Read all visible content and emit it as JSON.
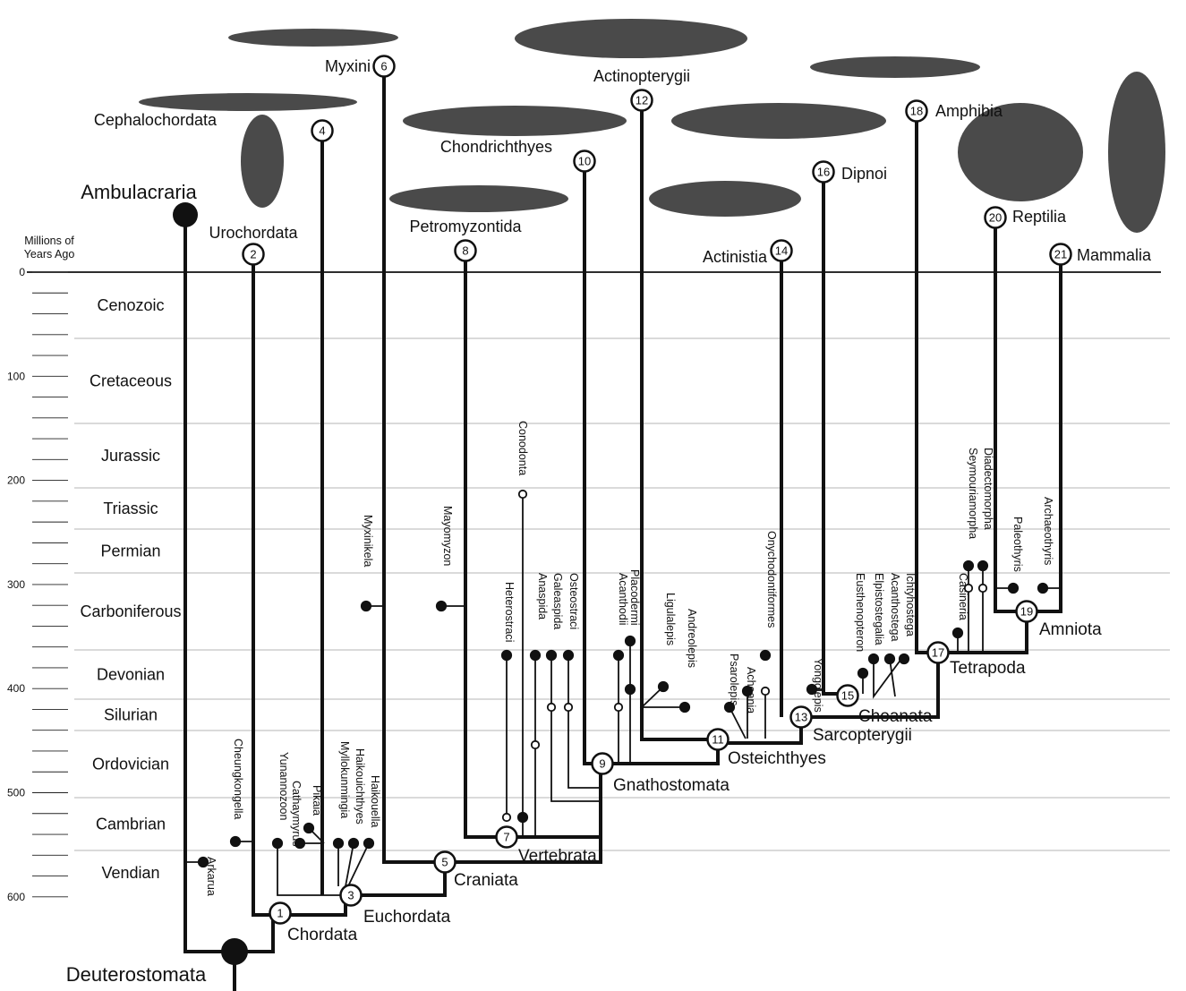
{
  "axis": {
    "title_line1": "Millions of",
    "title_line2": "Years Ago",
    "ticks": [
      {
        "label": "0",
        "value": 0
      },
      {
        "label": "100",
        "value": 100
      },
      {
        "label": "200",
        "value": 200
      },
      {
        "label": "300",
        "value": 300
      },
      {
        "label": "400",
        "value": 400
      },
      {
        "label": "500",
        "value": 500
      },
      {
        "label": "600",
        "value": 600
      }
    ]
  },
  "periods": [
    {
      "name": "Cenozoic"
    },
    {
      "name": "Cretaceous"
    },
    {
      "name": "Jurassic"
    },
    {
      "name": "Triassic"
    },
    {
      "name": "Permian"
    },
    {
      "name": "Carboniferous"
    },
    {
      "name": "Devonian"
    },
    {
      "name": "Silurian"
    },
    {
      "name": "Ordovician"
    },
    {
      "name": "Cambrian"
    },
    {
      "name": "Vendian"
    }
  ],
  "root_clades": {
    "ambulacraria": "Ambulacraria",
    "deuterostomata": "Deuterostomata"
  },
  "terminal_taxa": [
    {
      "num": "2",
      "name": "Urochordata"
    },
    {
      "num": "4",
      "name": "Cephalochordata"
    },
    {
      "num": "6",
      "name": "Myxini"
    },
    {
      "num": "8",
      "name": "Petromyzontida"
    },
    {
      "num": "10",
      "name": "Chondrichthyes"
    },
    {
      "num": "12",
      "name": "Actinopterygii"
    },
    {
      "num": "14",
      "name": "Actinistia"
    },
    {
      "num": "16",
      "name": "Dipnoi"
    },
    {
      "num": "18",
      "name": "Amphibia"
    },
    {
      "num": "20",
      "name": "Reptilia"
    },
    {
      "num": "21",
      "name": "Mammalia"
    }
  ],
  "internal_nodes": [
    {
      "num": "1",
      "name": "Chordata"
    },
    {
      "num": "3",
      "name": "Euchordata"
    },
    {
      "num": "5",
      "name": "Craniata"
    },
    {
      "num": "7",
      "name": "Vertebrata"
    },
    {
      "num": "9",
      "name": "Gnathostomata"
    },
    {
      "num": "11",
      "name": "Osteichthyes"
    },
    {
      "num": "13",
      "name": "Sarcopterygii"
    },
    {
      "num": "15",
      "name": "Choanata"
    },
    {
      "num": "17",
      "name": "Tetrapoda"
    },
    {
      "num": "19",
      "name": "Amniota"
    }
  ],
  "fossil_taxa": [
    "Arkarua",
    "Cheungkongella",
    "Yunannozoon",
    "Cathaymyrus",
    "Pikaia",
    "Myllokunmingia",
    "Haikouichthyes",
    "Haikouella",
    "Myxinikela",
    "Mayomyzon",
    "Conodonta",
    "Heterostraci",
    "Anaspida",
    "Galeaspida",
    "Osteostraci",
    "Acanthodii",
    "Placodermi",
    "Ligulalepis",
    "Andreolepis",
    "Psarolepis",
    "Achoania",
    "Onychodontiformes",
    "Yongolepis",
    "Eusthenopteron",
    "Elpistostegalia",
    "Acanthostega",
    "Ichtyhostega",
    "Casineria",
    "Seymouriamorpha",
    "Diadectomorpha",
    "Paleothyris",
    "Archaeothyris"
  ],
  "silhouettes": [
    "hagfish-silhouette",
    "lancelet-silhouette",
    "tunicate-silhouette",
    "actinopterygian-skeleton",
    "shark-silhouette",
    "lamprey-silhouette",
    "tetrapodomorph-silhouette",
    "lungfish-skeleton",
    "coelacanth-silhouette",
    "bird-skeleton",
    "human-skeleton"
  ],
  "colors": {
    "line": "#111111",
    "grid": "#b4b4b4",
    "background": "#ffffff"
  }
}
